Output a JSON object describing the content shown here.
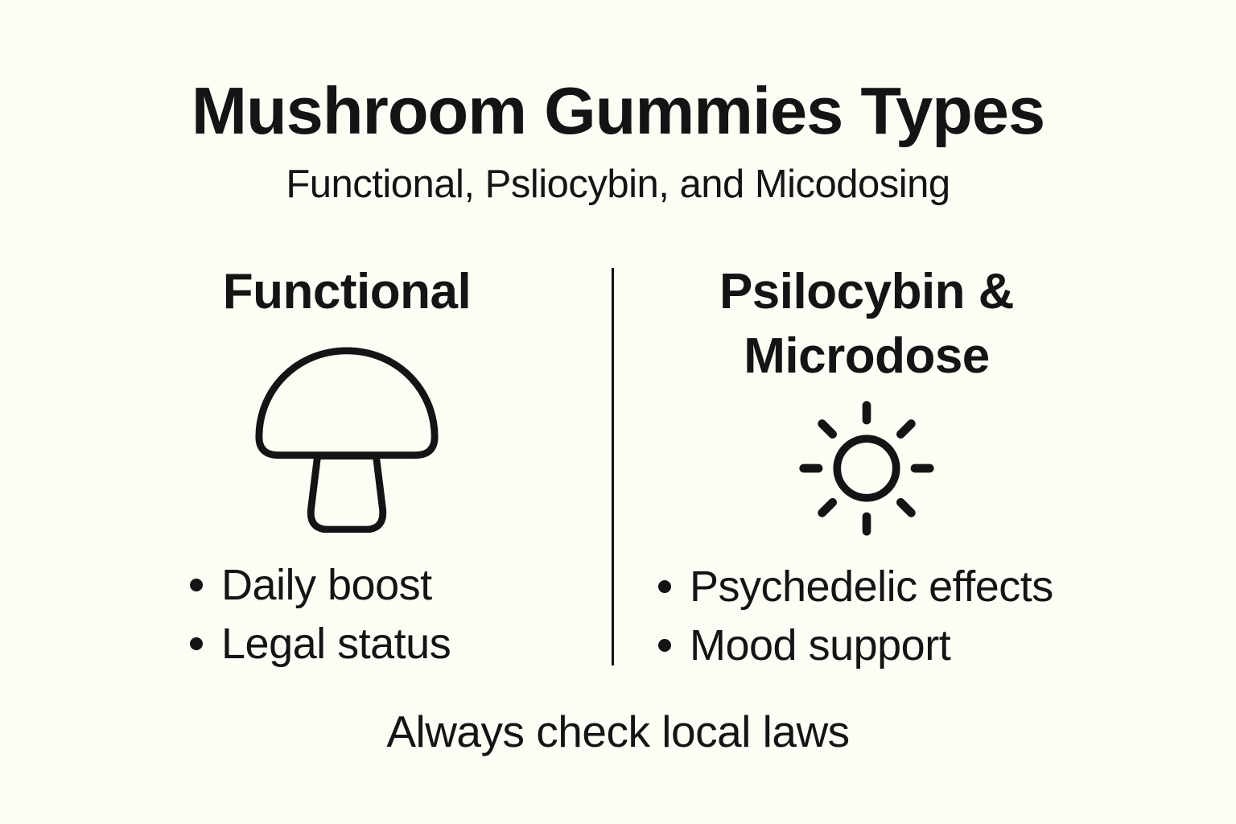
{
  "page": {
    "background_color": "#FDFCF5",
    "ink_color": "#141414"
  },
  "header": {
    "title": "Mushroom Gummies Types",
    "subtitle": "Functional, Psliocybin, and Micodosing"
  },
  "columns": [
    {
      "heading": "Functional",
      "icon": "mushroom-icon",
      "bullets": [
        "Daily boost",
        "Legal status"
      ]
    },
    {
      "heading": "Psilocybin &\nMicrodose",
      "icon": "sun-icon",
      "bullets": [
        "Psychedelic effects",
        "Mood support"
      ]
    }
  ],
  "footer": {
    "note": "Always check local laws"
  }
}
